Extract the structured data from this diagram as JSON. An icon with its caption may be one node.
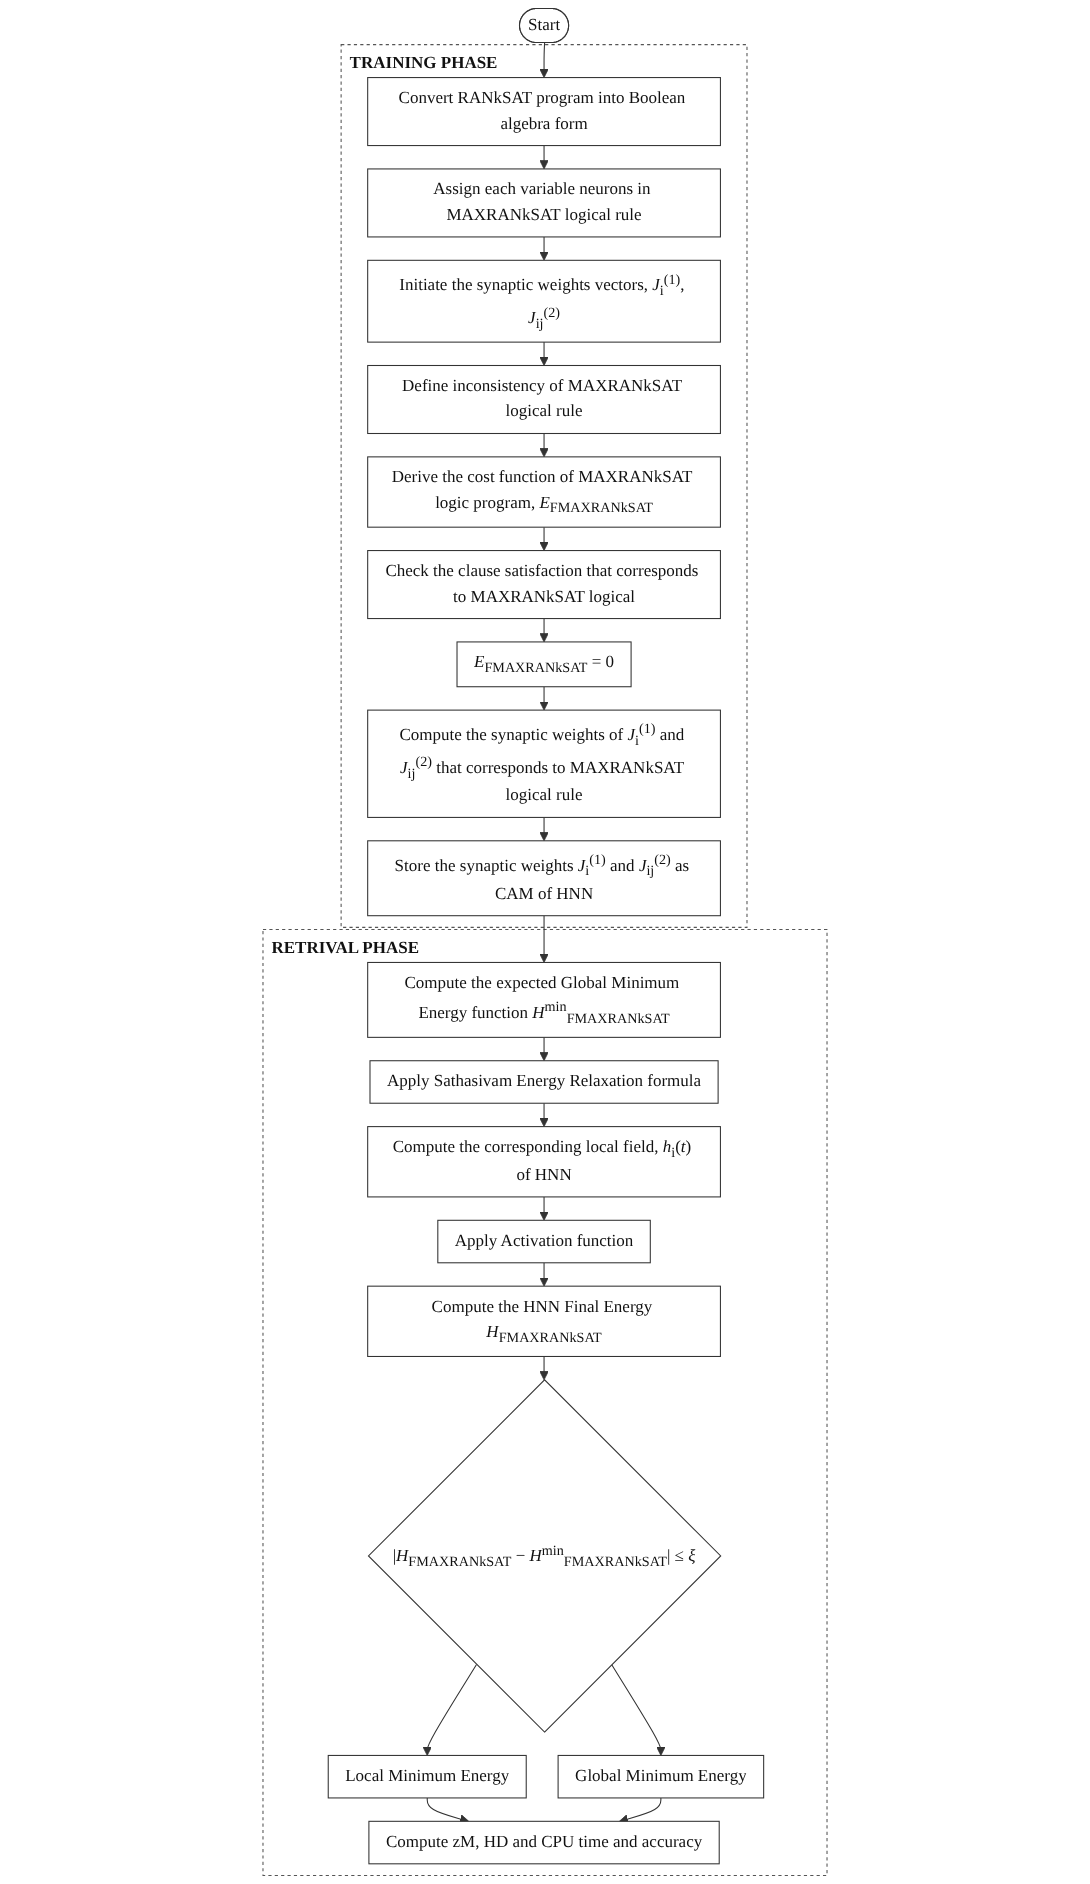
{
  "diagram": {
    "nodes": [
      {
        "text": [
          "Start"
        ]
      },
      {
        "text": [
          "TRAINING PHASE"
        ]
      },
      {
        "text": [
          "Convert RANkSAT program into Boolean algebra form"
        ],
        "in": 1
      },
      {
        "text": [
          "Assign each variable neurons in MAXRANkSAT logical rule"
        ],
        "in": 1
      },
      {
        "text": [
          "Initiate the synaptic weights vectors, *J*$_{i}$$^{(1)}$, *J*$_{ij}$$^{(2)}$"
        ],
        "in": 1
      },
      {
        "text": [
          "Define inconsistency of MAXRANkSAT logical rule"
        ],
        "in": 1
      },
      {
        "text": [
          "Derive the cost function of MAXRANkSAT logic program, *E*$_{F}$$_{MAXRANkSAT}$"
        ],
        "in": 1
      },
      {
        "text": [
          "Check the clause satisfaction that corresponds to MAXRANkSAT logical"
        ],
        "in": 1
      },
      {
        "text": [
          "*E*$_{F}$$_{MAXRANkSAT}$ = 0"
        ],
        "in": 1
      },
      {
        "text": [
          "Compute the synaptic weights of *J*$_{i}$$^{(1)}$ and *J*$_{ij}$$^{(2)}$ that corresponds to MAXRANkSAT logical rule"
        ],
        "in": 1
      },
      {
        "text": [
          "Store the synaptic weights *J*$_{i}$$^{(1)}$ and *J*$_{ij}$$^{(2)}$ as CAM of HNN"
        ],
        "in": 1
      },
      {
        "text": [
          "RETRIVAL PHASE"
        ]
      },
      {
        "text": [
          "Compute the expected Global Minimum Energy function *H*$^{min}$$_{F}$$_{MAXRANkSAT}$"
        ],
        "in": 11
      },
      {
        "text": [
          "Apply Sathasivam Energy Relaxation formula"
        ],
        "in": 11
      },
      {
        "text": [
          "Compute the corresponding local field, *h*$_{i}$(*t*) of HNN"
        ],
        "in": 11
      },
      {
        "text": [
          "Apply Activation function"
        ],
        "in": 11
      },
      {
        "text": [
          "Compute the HNN Final Energy *H*$_{F}$$_{MAXRANkSAT}$"
        ],
        "in": 11
      },
      {
        "text": [
          "|*H*$_{F}$$_{MAXRANkSAT}$ − *H*$^{min}$$_{F}$$_{MAXRANkSAT}$| ≤ *ξ*"
        ],
        "in": 11
      },
      {
        "text": [
          "Local Minimum Energy"
        ],
        "in": 11
      },
      {
        "text": [
          "Global Minimum Energy"
        ],
        "in": 11
      },
      {
        "text": [
          "Compute zM, HD and CPU time and accuracy"
        ],
        "in": 11
      }
    ],
    "edges": [
      {
        "from": 0,
        "to": 2,
        "arrow": "to"
      },
      {
        "from": 2,
        "to": 3,
        "arrow": "to"
      },
      {
        "from": 3,
        "to": 4,
        "arrow": "to"
      },
      {
        "from": 4,
        "to": 5,
        "arrow": "to"
      },
      {
        "from": 5,
        "to": 6,
        "arrow": "to"
      },
      {
        "from": 6,
        "to": 7,
        "arrow": "to"
      },
      {
        "from": 7,
        "to": 8,
        "arrow": "to"
      },
      {
        "from": 8,
        "to": 9,
        "arrow": "to"
      },
      {
        "from": 9,
        "to": 10,
        "arrow": "to"
      },
      {
        "from": 10,
        "to": 12,
        "arrow": "to"
      },
      {
        "from": 12,
        "to": 13,
        "arrow": "to"
      },
      {
        "from": 13,
        "to": 14,
        "arrow": "to"
      },
      {
        "from": 14,
        "to": 15,
        "arrow": "to"
      },
      {
        "from": 15,
        "to": 16,
        "arrow": "to"
      },
      {
        "from": 16,
        "to": 17,
        "arrow": "to"
      },
      {
        "from": 17,
        "to": 18,
        "arrow": "to"
      },
      {
        "from": 17,
        "to": 19,
        "arrow": "to"
      },
      {
        "from": 18,
        "to": 20,
        "arrow": "to"
      },
      {
        "from": 19,
        "to": 20,
        "arrow": "to"
      }
    ]
  }
}
